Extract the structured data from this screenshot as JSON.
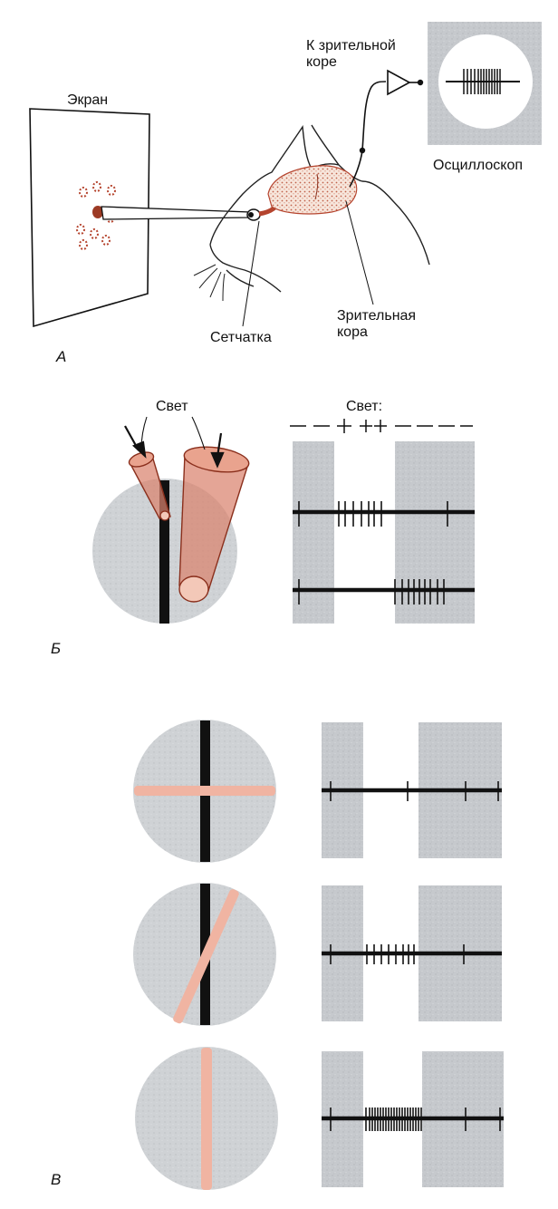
{
  "panel_a": {
    "letter": "А",
    "labels": {
      "screen": "Экран",
      "to_cortex_line1": "К зрительной",
      "to_cortex_line2": "коре",
      "oscilloscope": "Осциллоскоп",
      "retina": "Сетчатка",
      "visual_cortex_line1": "Зрительная",
      "visual_cortex_line2": "кора"
    }
  },
  "panel_b": {
    "letter": "Б",
    "light_label": "Свет",
    "light_header": "Свет:",
    "light_code": "– – + ++ – – – –"
  },
  "panel_c": {
    "letter": "В"
  },
  "colors": {
    "stimulus_red": "#b5442e",
    "light_cone_fill": "#d9826e",
    "bar_pink": "#f0b4a2",
    "field_gray": "#c9ccd0",
    "trace_black": "#111111"
  }
}
